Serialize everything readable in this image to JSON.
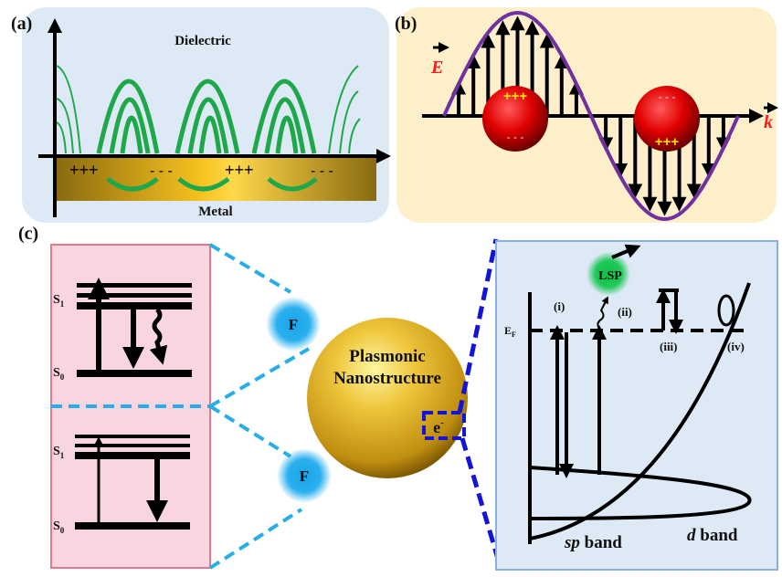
{
  "panels": {
    "a": {
      "label": "(a)",
      "dielectric": "Dielectric",
      "metal": "Metal",
      "charges": [
        "+++",
        "- - -",
        "+++",
        "- - -"
      ],
      "colors": {
        "background": "#dde9f5",
        "field": "#1fa84a",
        "metal": "#d9a400"
      }
    },
    "b": {
      "label": "(b)",
      "e_label": "E",
      "k_label": "k",
      "sphere1_top": "+++",
      "sphere1_bottom": "- - -",
      "sphere2_top": "- - -",
      "sphere2_bottom": "+++",
      "colors": {
        "background": "#fcefc9",
        "wave": "#7030a0",
        "sphere": "#e00000",
        "vector_label": "#ff1a1a"
      }
    },
    "c": {
      "label": "(c)",
      "levels_top": {
        "s1": "S",
        "s1_sub": "1",
        "s0": "S",
        "s0_sub": "0"
      },
      "levels_bottom": {
        "s1": "S",
        "s1_sub": "1",
        "s0": "S",
        "s0_sub": "0"
      },
      "fluorophore": "F",
      "nanostructure_line1": "Plasmonic",
      "nanostructure_line2": "Nanostructure",
      "electron": "e",
      "electron_sup": "-",
      "band": {
        "lsp": "LSP",
        "ef": "E",
        "ef_sub": "F",
        "i": "(i)",
        "ii": "(ii)",
        "iii": "(iii)",
        "iv": "(iv)",
        "sp_italic": "sp",
        "sp_rest": " band",
        "d_italic": "d",
        "d_rest": " band"
      },
      "colors": {
        "jablonski_bg": "#f8d5df",
        "band_bg": "#dde9f5",
        "fluorophore": "#1aa3e8",
        "gold": "#e0b21e",
        "dash_light": "#27aee6",
        "dash_dark": "#1414d8",
        "lsp": "#18c050"
      }
    }
  }
}
